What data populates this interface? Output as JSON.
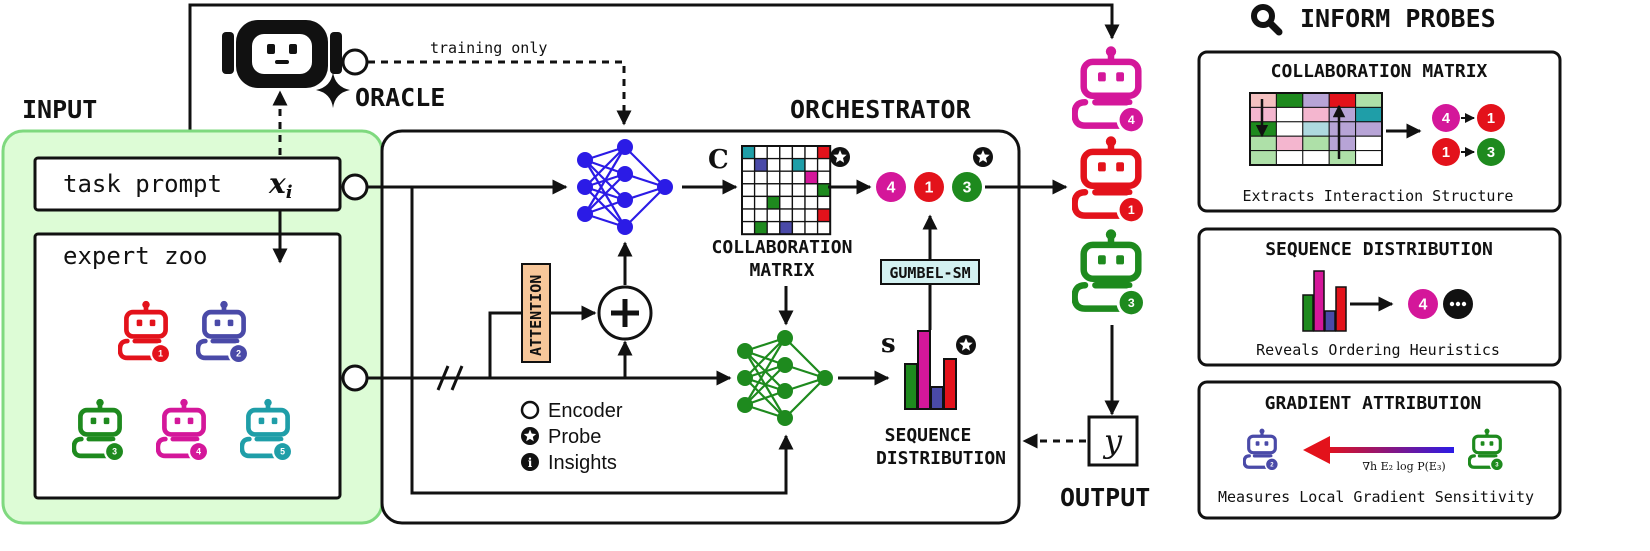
{
  "input": {
    "title": "INPUT",
    "task_prompt": "task prompt",
    "x_var": "x",
    "x_sub": "i",
    "expert_zoo": "expert zoo"
  },
  "oracle": {
    "label": "ORACLE",
    "training_note": "training only"
  },
  "orchestrator": {
    "title": "ORCHESTRATOR",
    "matrix_symbol": "C",
    "collab_label": [
      "COLLABORATION",
      "MATRIX"
    ],
    "seq_symbol": "s",
    "seq_label": [
      "SEQUENCE",
      "DISTRIBUTION"
    ],
    "gumbel": "GUMBEL-SM",
    "attention": "ATTENTION",
    "order": [
      "4",
      "1",
      "3"
    ]
  },
  "legend": {
    "encoder": "Encoder",
    "probe": "Probe",
    "insights": "Insights"
  },
  "output": {
    "label": "OUTPUT",
    "y": "y"
  },
  "probes": {
    "title": "INFORM PROBES",
    "collab": {
      "title": "COLLABORATION MATRIX",
      "caption": "Extracts Interaction Structure",
      "pairs": [
        [
          "4",
          "1"
        ],
        [
          "1",
          "3"
        ]
      ]
    },
    "sequence": {
      "title": "SEQUENCE DISTRIBUTION",
      "caption": "Reveals Ordering Heuristics",
      "first": "4"
    },
    "gradient": {
      "title": "GRADIENT ATTRIBUTION",
      "caption": "Measures Local Gradient Sensitivity",
      "formula": "∇h E₂ log P(E₃)",
      "from": "3",
      "to": "2"
    }
  },
  "experts": [
    {
      "id": "1",
      "color": "#e3121b"
    },
    {
      "id": "2",
      "color": "#4a4aa8"
    },
    {
      "id": "3",
      "color": "#1e8a1e"
    },
    {
      "id": "4",
      "color": "#d4179a"
    },
    {
      "id": "5",
      "color": "#1f9ea8"
    }
  ],
  "colors": {
    "input_bg": "#ddfcd6",
    "input_border": "#7fd97f",
    "encoder_blue": "#2b1be6",
    "encoder_green": "#1e8a1e",
    "gumbel_bg": "#d3f1f1",
    "attention_bg": "#f7c79a"
  }
}
